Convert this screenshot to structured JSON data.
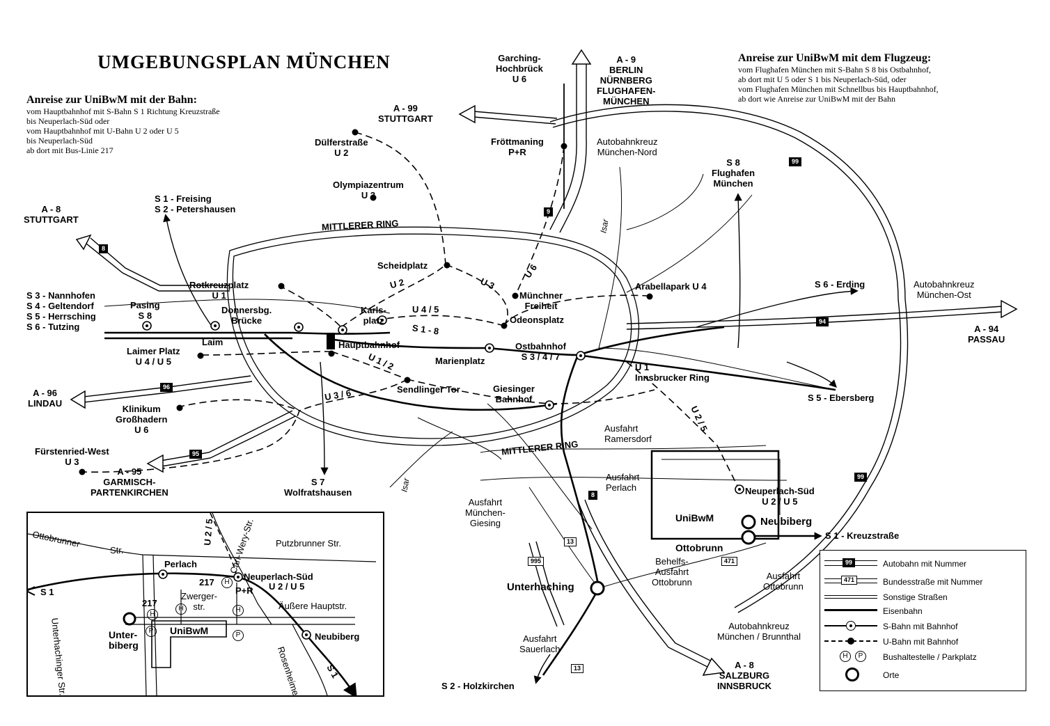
{
  "header": {
    "title": "UMGEBUNGSPLAN MÜNCHEN"
  },
  "rail_info": {
    "heading": "Anreise zur UniBwM mit der Bahn:",
    "lines": [
      "vom Hauptbahnhof mit S-Bahn  S 1  Richtung Kreuzstraße",
      "bis  Neuperlach-Süd  oder",
      "vom Hauptbahnhof mit U-Bahn  U 2  oder  U 5",
      "bis  Neuperlach-Süd",
      "ab dort mit Bus-Linie  217"
    ]
  },
  "air_info": {
    "heading": "Anreise zur UniBwM mit dem Flugzeug:",
    "lines": [
      "vom Flughafen München mit S-Bahn  S 8  bis Ostbahnhof,",
      "ab dort mit  U 5  oder  S 1  bis Neuperlach-Süd,  oder",
      "vom Flughafen München mit Schnellbus bis Hauptbahnhof,",
      "ab dort wie Anreise zur UniBwM mit der Bahn"
    ]
  },
  "labels": {
    "garching": [
      "Garching-",
      "Hochbrück",
      "U 6"
    ],
    "a9": [
      "A - 9",
      "BERLIN",
      "NÜRNBERG",
      "FLUGHAFEN-",
      "MÜNCHEN"
    ],
    "a99": [
      "A - 99",
      "STUTTGART"
    ],
    "duelfer": [
      "Dülferstraße",
      "U 2"
    ],
    "froettmaning": [
      "Fröttmaning",
      "P+R"
    ],
    "akreuz_nord": [
      "Autobahnkreuz",
      "München-Nord"
    ],
    "s8_flughafen": [
      "S 8",
      "Flughafen",
      "München"
    ],
    "olympia": [
      "Olympiazentrum",
      "U 3"
    ],
    "s1_freising": [
      "S 1 - Freising",
      "S 2 - Petershausen"
    ],
    "a8_stuttgart": [
      "A - 8",
      "STUTTGART"
    ],
    "mittlerer_ring_n": "MITTLERER      RING",
    "scheidplatz": "Scheidplatz",
    "rotkreuzplatz": [
      "Rotkreuzplatz",
      "U 1"
    ],
    "s_west": [
      "S 3 - Nannhofen",
      "S 4 - Geltendorf",
      "S 5 - Herrsching",
      "S 6 - Tutzing"
    ],
    "pasing": [
      "Pasing",
      "S 8"
    ],
    "donnersberg": [
      "Donnersbg.",
      "Brücke"
    ],
    "laim": "Laim",
    "karlsplatz": [
      "Karls-",
      "platz"
    ],
    "hauptbahnhof": "Hauptbahnhof",
    "muenchner_freiheit": [
      "Münchner",
      "Freiheit"
    ],
    "arabellapark": "Arabellapark  U 4",
    "s6_erding": "S 6 - Erding",
    "akreuz_ost": [
      "Autobahnkreuz",
      "München-Ost"
    ],
    "a94": [
      "A - 94",
      "PASSAU"
    ],
    "odeonsplatz": "Odeonsplatz",
    "laimer_platz": [
      "Laimer Platz",
      "U 4 / U 5"
    ],
    "marienplatz": "Marienplatz",
    "ostbahnhof": [
      "Ostbahnhof",
      "S 3 / 4 / 7"
    ],
    "u1_innsbrucker": [
      "U 1",
      "Innsbrucker Ring"
    ],
    "s5_ebersberg": "S 5 - Ebersberg",
    "a96": [
      "A - 96",
      "LINDAU"
    ],
    "sendlinger_tor": "Sendlinger Tor",
    "giesinger_bf": [
      "Giesinger",
      "Bahnhof"
    ],
    "klinikum": [
      "Klinikum",
      "Großhadern",
      "U 6"
    ],
    "ausfahrt_ramersdorf": [
      "Ausfahrt",
      "Ramersdorf"
    ],
    "mittlerer_ring_s": "MITTLERER RING",
    "fuerstenried": [
      "Fürstenried-West",
      "U 3"
    ],
    "a95": [
      "A - 95",
      "GARMISCH-",
      "PARTENKIRCHEN"
    ],
    "s7_wolfratshausen": [
      "S 7",
      "Wolfratshausen"
    ],
    "isar_n": "Isar",
    "isar_s": "Isar",
    "ausfahrt_perlach": [
      "Ausfahrt",
      "Perlach"
    ],
    "neuperlach_sued": [
      "Neuperlach-Süd",
      "U 2 / U 5"
    ],
    "unibwm": "UniBwM",
    "neubiberg": "Neubiberg",
    "ausfahrt_giesing": [
      "Ausfahrt",
      "München-",
      "Giesing"
    ],
    "s1_kreuzstrasse": "S 1  -  Kreuzstraße",
    "ottobrunn": "Ottobrunn",
    "behelfs": [
      "Behelfs-",
      "Ausfahrt",
      "Ottobrunn"
    ],
    "ausfahrt_ottobrunn": [
      "Ausfahrt",
      "Ottobrunn"
    ],
    "unterhaching": "Unterhaching",
    "akreuz_brunnthal": [
      "Autobahnkreuz",
      "München / Brunnthal"
    ],
    "ausfahrt_sauerlach": [
      "Ausfahrt",
      "Sauerlach"
    ],
    "a8_salzburg": [
      "A - 8",
      "SALZBURG",
      "INNSBRUCK"
    ],
    "s2_holzkirchen": "S 2 - Holzkirchen",
    "line_u2": "U 2",
    "line_u3": "U 3",
    "line_u6": "U 6",
    "line_u45": "U 4 / 5",
    "line_s18": "S 1 - 8",
    "line_u12": "U 1 / 2",
    "line_u36": "U 3 / 6",
    "line_u25": "U 2 / 5"
  },
  "shields": {
    "a9": "9",
    "a99_n": "99",
    "a8_w": "8",
    "a94": "94",
    "a96": "96",
    "a95": "95",
    "a99_se": "99",
    "a8_s": "8",
    "b13_a": "13",
    "b13_b": "13",
    "b995": "995",
    "b471": "471"
  },
  "inset": {
    "ottobrunner": "Ottobrunner",
    "str": "Str.",
    "perlach": "Perlach",
    "putzbrunner": "Putzbrunner Str.",
    "carl_wery": "Carl-Wery-Str.",
    "u25": "U 2 / 5",
    "bus217_a": "217",
    "bus217_b": "217",
    "neuperlach_sued": "Neuperlach-Süd",
    "pr": "P+R",
    "u2u5": "U 2 / U 5",
    "zwerger": [
      "Zwerger-",
      "str."
    ],
    "aeussere": "Äußere Hauptstr.",
    "s1_left": "S 1",
    "s1_right": "S 1",
    "unterbiberg": [
      "Unter-",
      "biberg"
    ],
    "unibwm": "UniBwM",
    "neubiberg": "Neubiberg",
    "unterhachinger": "Unterhachinger Str.",
    "rosenheimer": "Rosenheimer Landstr."
  },
  "legend": {
    "items": [
      {
        "badge": "99",
        "label": "Autobahn mit Nummer"
      },
      {
        "badge": "471",
        "label": "Bundesstraße mit Nummer"
      },
      {
        "label": "Sonstige Straßen"
      },
      {
        "label": "Eisenbahn"
      },
      {
        "label": "S-Bahn mit Bahnhof"
      },
      {
        "label": "U-Bahn mit Bahnhof"
      },
      {
        "bus": "H",
        "park": "P",
        "label": "Bushaltestelle / Parkplatz"
      },
      {
        "label": "Orte"
      }
    ]
  }
}
